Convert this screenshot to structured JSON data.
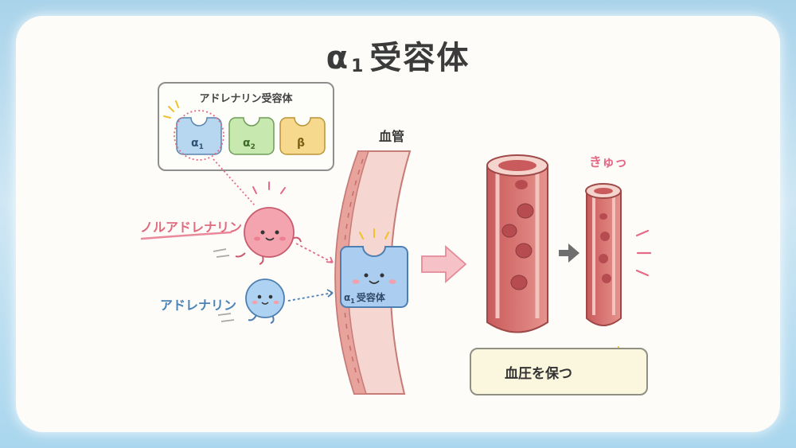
{
  "title": {
    "main": "α",
    "subscript": "1",
    "suffix": "受容体"
  },
  "legend": {
    "title": "アドレナリン受容体",
    "receptors": [
      {
        "greek": "α",
        "sub": "1",
        "color": "#b7d7f1"
      },
      {
        "greek": "α",
        "sub": "2",
        "color": "#c7e8ae"
      },
      {
        "greek": "β",
        "sub": "",
        "color": "#f6d98d"
      }
    ]
  },
  "molecules": {
    "noradrenaline": "ノルアドレナリン",
    "adrenaline": "アドレナリン"
  },
  "vessel_label": "血管",
  "receptor_on_vessel": {
    "greek": "α",
    "sub": "1",
    "text": "受容体"
  },
  "constriction_label": "きゅっ",
  "result": {
    "text": "血圧を保つ"
  },
  "colors": {
    "noradrenaline": "#f3a4ae",
    "adrenaline": "#aed3f2",
    "vessel_wall": "#d77876",
    "vessel_light": "#f5d4cd",
    "receptor": "#aacdf0",
    "arrow_pink": "#f4b1b9",
    "arrow_grey": "#6e6e6e",
    "up_arrow": "#e47a92",
    "heart": "#f4a0ae"
  },
  "icons": [
    "happy-face",
    "heart-icon",
    "up-arrow-icon",
    "right-arrow-icon"
  ]
}
